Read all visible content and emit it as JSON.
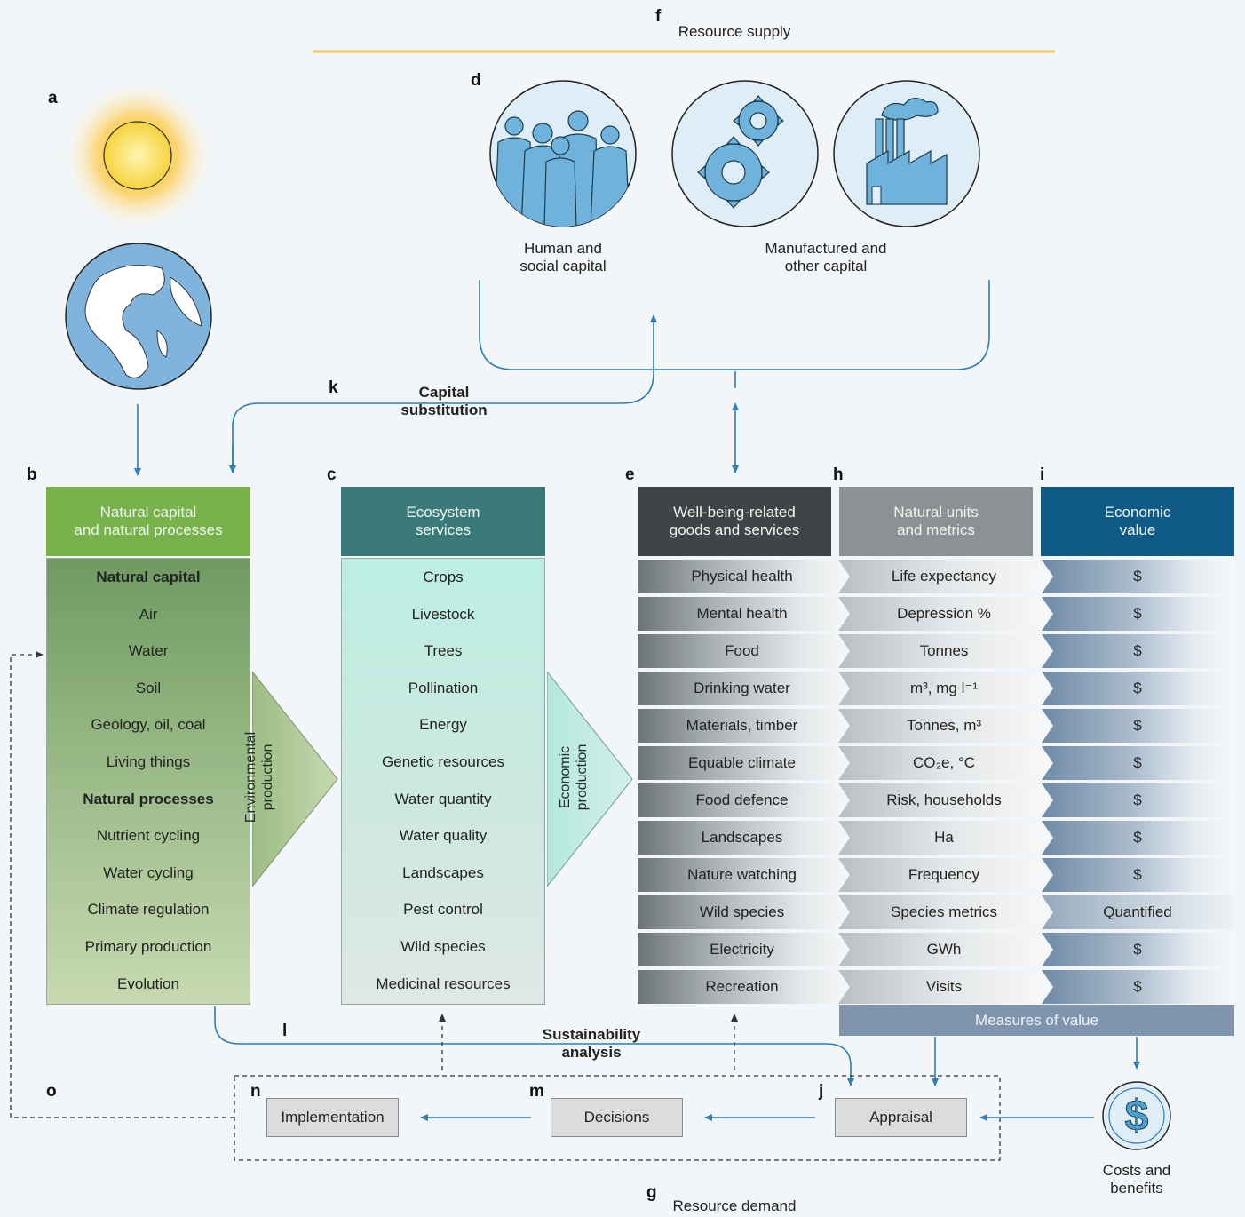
{
  "letters": {
    "a": "a",
    "b": "b",
    "c": "c",
    "d": "d",
    "e": "e",
    "f": "f",
    "g": "g",
    "h": "h",
    "i": "i",
    "j": "j",
    "k": "k",
    "l": "l",
    "m": "m",
    "n": "n",
    "o": "o"
  },
  "resource_supply": "Resource supply",
  "resource_demand": "Resource demand",
  "human_capital": "Human and\nsocial capital",
  "manufactured_capital": "Manufactured and\nother capital",
  "capital_substitution": "Capital\nsubstitution",
  "sustainability_analysis": "Sustainability\nanalysis",
  "environmental_production": "Environmental\nproduction",
  "economic_production": "Economic\nproduction",
  "natural_capital": {
    "header": "Natural capital\nand natural processes",
    "rows": [
      "Natural capital",
      "Air",
      "Water",
      "Soil",
      "Geology, oil, coal",
      "Living things",
      "Natural processes",
      "Nutrient cycling",
      "Water cycling",
      "Climate regulation",
      "Primary production",
      "Evolution"
    ]
  },
  "ecosystem_services": {
    "header": "Ecosystem\nservices",
    "rows": [
      "Crops",
      "Livestock",
      "Trees",
      "Pollination",
      "Energy",
      "Genetic resources",
      "Water quantity",
      "Water quality",
      "Landscapes",
      "Pest control",
      "Wild species",
      "Medicinal resources"
    ]
  },
  "table": {
    "header_e": "Well-being-related\ngoods and services",
    "header_h": "Natural units\nand metrics",
    "header_i": "Economic\nvalue",
    "rows": [
      {
        "good": "Physical health",
        "unit": "Life expectancy",
        "value": "$"
      },
      {
        "good": "Mental health",
        "unit": "Depression %",
        "value": "$"
      },
      {
        "good": "Food",
        "unit": "Tonnes",
        "value": "$"
      },
      {
        "good": "Drinking water",
        "unit": "m³, mg l⁻¹",
        "value": "$"
      },
      {
        "good": "Materials, timber",
        "unit": "Tonnes, m³",
        "value": "$"
      },
      {
        "good": "Equable climate",
        "unit": "CO₂e, °C",
        "value": "$"
      },
      {
        "good": "Food defence",
        "unit": "Risk, households",
        "value": "$"
      },
      {
        "good": "Landscapes",
        "unit": "Ha",
        "value": "$"
      },
      {
        "good": "Nature watching",
        "unit": "Frequency",
        "value": "$"
      },
      {
        "good": "Wild species",
        "unit": "Species metrics",
        "value": "Quantified"
      },
      {
        "good": "Electricity",
        "unit": "GWh",
        "value": "$"
      },
      {
        "good": "Recreation",
        "unit": "Visits",
        "value": "$"
      }
    ],
    "measures_of_value": "Measures of value"
  },
  "costs_and_benefits": "Costs and\nbenefits",
  "dollar_symbol": "$",
  "process": {
    "implementation": "Implementation",
    "decisions": "Decisions",
    "appraisal": "Appraisal"
  },
  "colors": {
    "natural_header": "#77b24a",
    "ecosystem_header": "#3a7b7a",
    "wellbeing_header": "#3f4447",
    "units_header": "#8c9194",
    "value_header": "#0f5a86",
    "arrow_blue": "#2d7fb5",
    "supply_line": "#f0c75a"
  },
  "icons": [
    "sun-icon",
    "globe-icon",
    "people-icon",
    "gears-icon",
    "factory-icon",
    "dollar-icon"
  ]
}
